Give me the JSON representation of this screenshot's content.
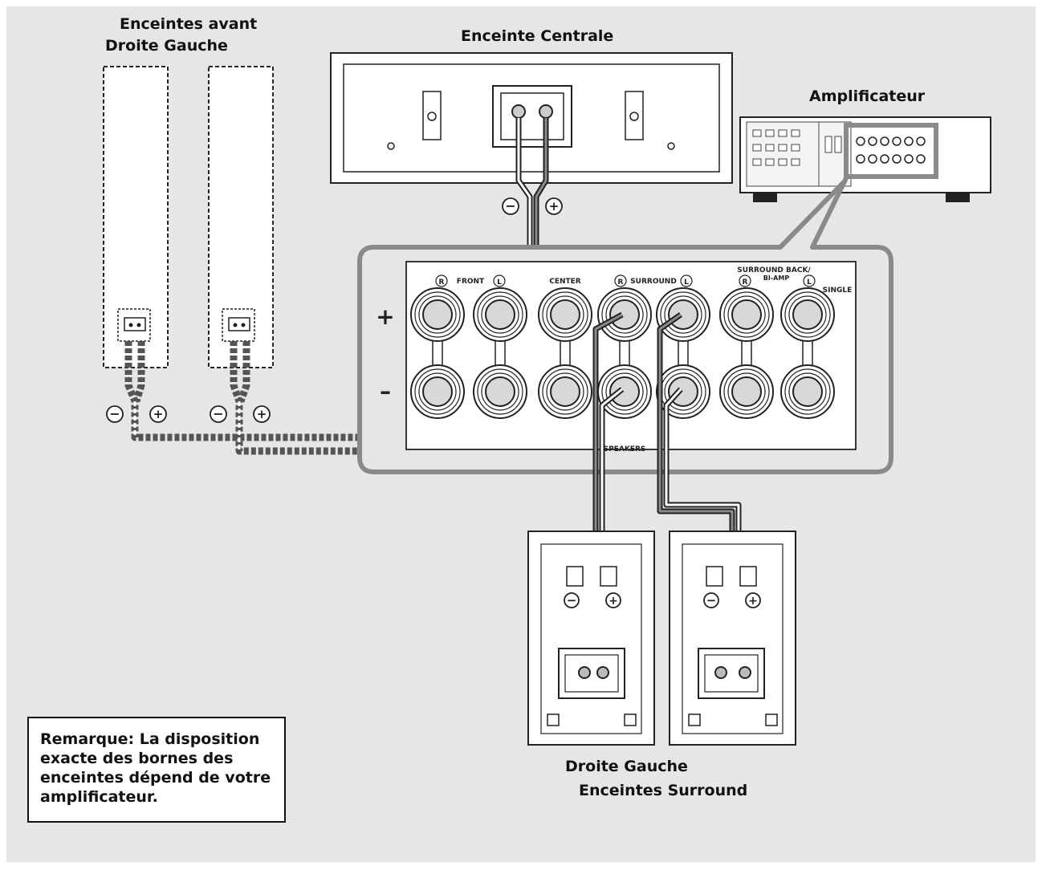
{
  "labels": {
    "front_speakers_title": "Enceintes avant",
    "front_speakers_sides": "Droite Gauche",
    "center_speaker": "Enceinte Centrale",
    "amplifier": "Amplificateur",
    "surround_sides": "Droite Gauche",
    "surround_speakers": "Enceintes Surround"
  },
  "panel": {
    "plus_sign": "+",
    "minus_sign": "–",
    "front": "FRONT",
    "center": "CENTER",
    "surround": "SURROUND",
    "surround_back_1": "SURROUND BACK/",
    "surround_back_2": "BI-AMP",
    "single": "SINGLE",
    "speakers": "SPEAKERS",
    "r_badge": "R",
    "l_badge": "L"
  },
  "polarity": {
    "minus": "−",
    "plus": "+"
  },
  "note": {
    "line1": "Remarque: La disposition",
    "line2": "exacte des bornes des",
    "line3": "enceintes dépend de votre",
    "line4": "amplificateur."
  },
  "colors": {
    "background": "#e6e6e6",
    "line": "#1a1a1a",
    "wire_gray": "#8a8a8a"
  }
}
